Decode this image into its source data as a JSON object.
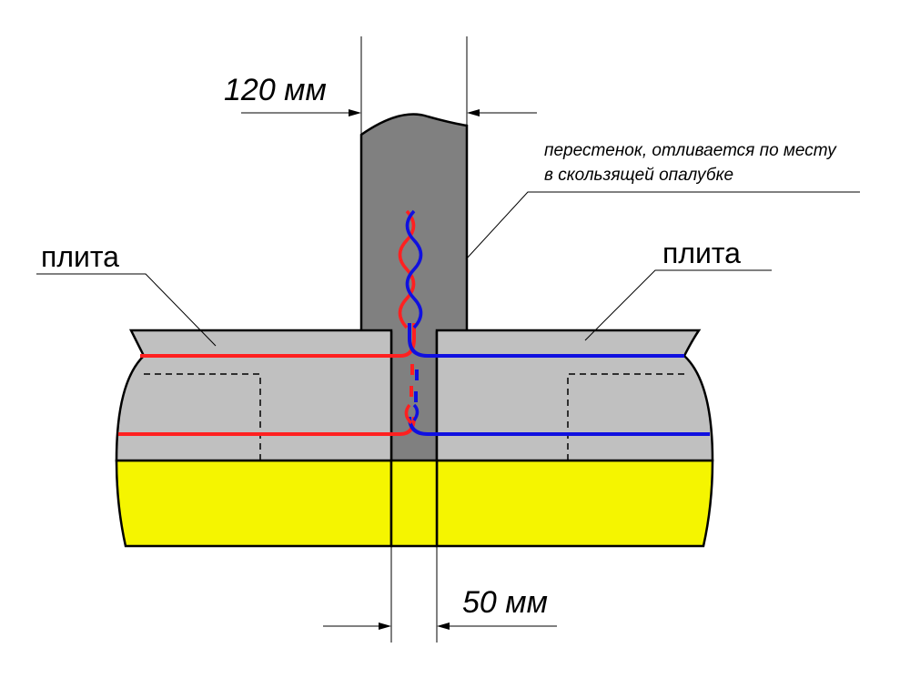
{
  "labels": {
    "wall_width": "120 мм",
    "gap_width": "50 мм",
    "slab_left": "плита",
    "slab_right": "плита",
    "wall_note_line1": "перестенок, отливается по месту",
    "wall_note_line2": "в скользящей опалубке"
  },
  "colors": {
    "slab_fill": "#c0c0c0",
    "wall_fill": "#808080",
    "base_fill": "#f5f500",
    "rebar_left": "#ff2020",
    "rebar_right": "#1010e0",
    "outline": "#000000"
  }
}
